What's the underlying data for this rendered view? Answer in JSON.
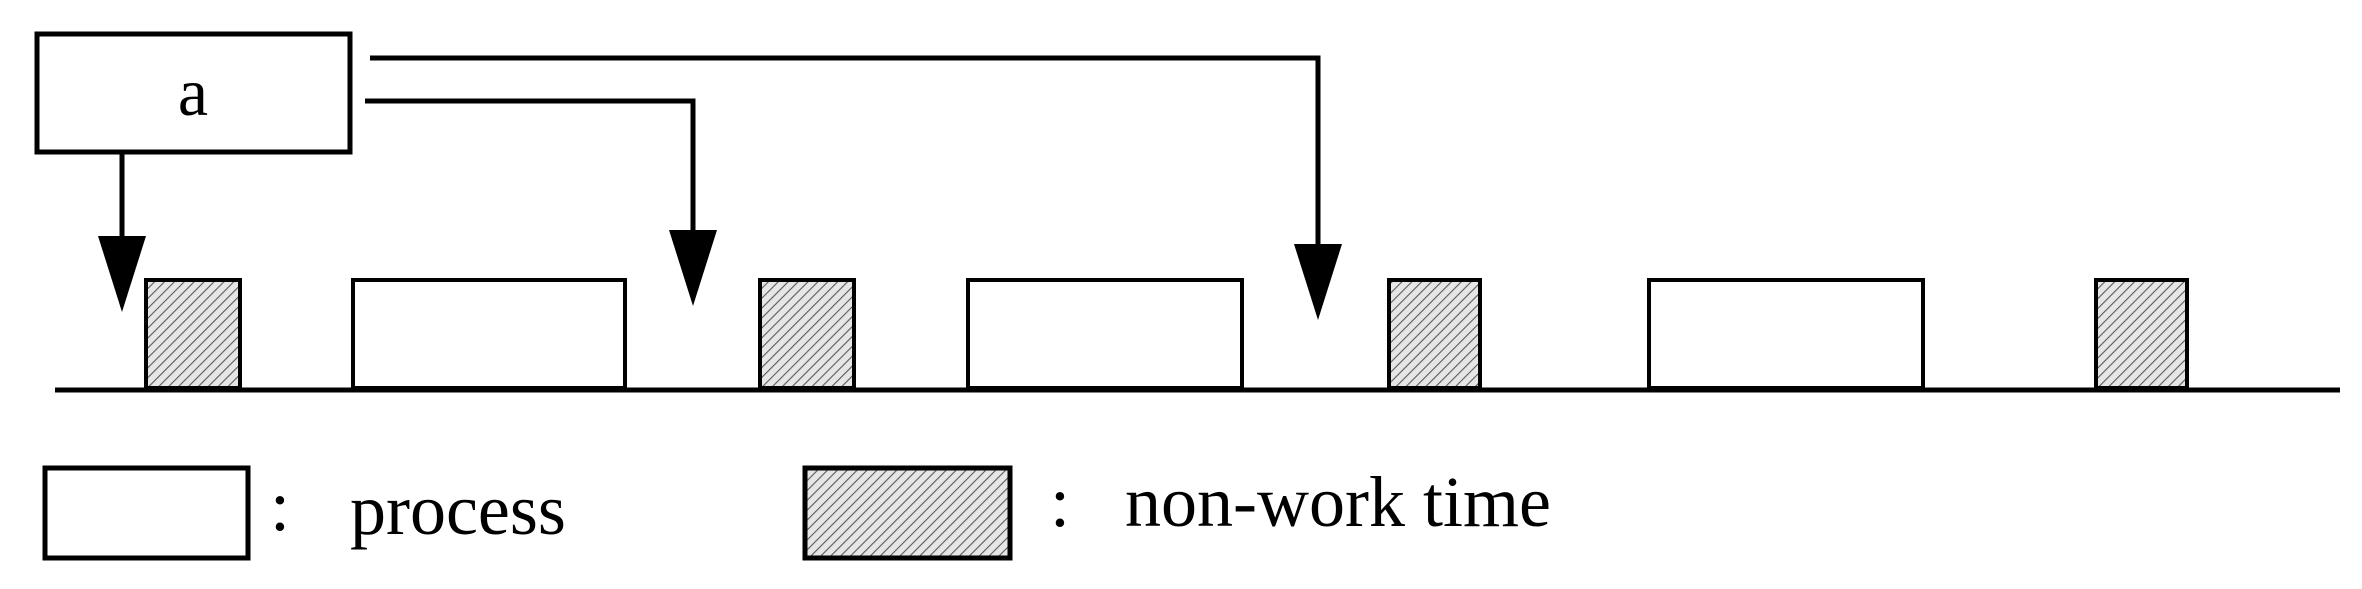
{
  "diagram": {
    "source_label": "a",
    "legend": {
      "process_separator": ":",
      "process_label": "process",
      "nonwork_separator": ":",
      "nonwork_label": "non-work time"
    }
  }
}
